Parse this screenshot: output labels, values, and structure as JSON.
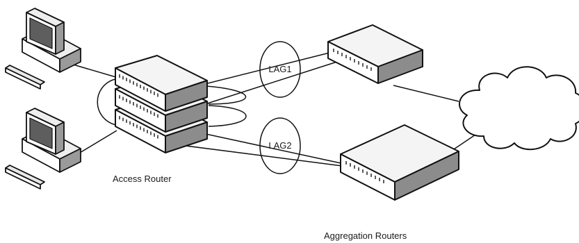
{
  "diagram": {
    "lags": [
      {
        "id": "lag1",
        "label": "LAG1"
      },
      {
        "id": "lag2",
        "label": "LAG2"
      }
    ],
    "labels": {
      "access_router": "Access Router",
      "aggregation_routers": "Aggregation Routers"
    },
    "nodes": [
      {
        "id": "workstation-1",
        "kind": "computer-icon"
      },
      {
        "id": "workstation-2",
        "kind": "computer-icon"
      },
      {
        "id": "access-router-stack",
        "kind": "switch-stack-icon",
        "units": 3
      },
      {
        "id": "aggregation-router-1",
        "kind": "router-icon"
      },
      {
        "id": "aggregation-router-2",
        "kind": "router-icon"
      },
      {
        "id": "network-cloud",
        "kind": "cloud-icon"
      }
    ],
    "links": [
      {
        "from": "workstation-1",
        "to": "access-router-stack"
      },
      {
        "from": "workstation-2",
        "to": "access-router-stack"
      },
      {
        "from": "access-router-stack",
        "to": "aggregation-router-1",
        "group": "lag1"
      },
      {
        "from": "access-router-stack",
        "to": "aggregation-router-2",
        "group": "lag2"
      },
      {
        "from": "aggregation-router-1",
        "to": "network-cloud"
      },
      {
        "from": "aggregation-router-2",
        "to": "network-cloud"
      }
    ]
  }
}
